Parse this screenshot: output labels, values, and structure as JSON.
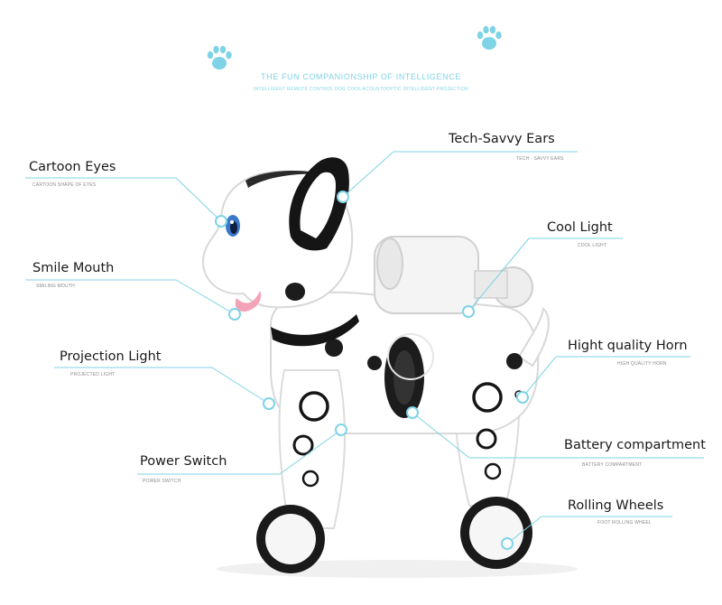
{
  "colors": {
    "accent": "#7fd3e6",
    "robot_black": "#151515",
    "eye_blue": "#3a78c8",
    "tongue_pink": "#f3a3b6"
  },
  "icons": [
    "paw-icon",
    "paw-icon"
  ],
  "header": {
    "title": "THE FUN COMPANIONSHIP OF INTELLIGENCE",
    "subtitle": "INTELLIGENT REMOTE CONTROL DOG COOL ACOUSTOOPTIC INTELLIGENT PROJECTION"
  },
  "callouts": {
    "tech_savvy_ears": {
      "title": "Tech-Savvy Ears",
      "sub": "TECH - SAVVY EARS"
    },
    "cartoon_eyes": {
      "title": "Cartoon Eyes",
      "sub": "CARTOON SHAPE OF EYES"
    },
    "cool_light": {
      "title": "Cool Light",
      "sub": "COOL LIGHT"
    },
    "smile_mouth": {
      "title": "Smile Mouth",
      "sub": "SMILING MOUTH"
    },
    "projection_light": {
      "title": "Projection Light",
      "sub": "PROJECTED LIGHT"
    },
    "high_quality_horn": {
      "title": "Hight quality Horn",
      "sub": "HIGH QUALITY HORN"
    },
    "power_switch": {
      "title": "Power Switch",
      "sub": "POWER SWITCH"
    },
    "battery_compartment": {
      "title": "Battery compartment",
      "sub": "BATTERY COMPARTMENT"
    },
    "rolling_wheels": {
      "title": "Rolling Wheels",
      "sub": "FOOT ROLLING WHEEL"
    }
  }
}
